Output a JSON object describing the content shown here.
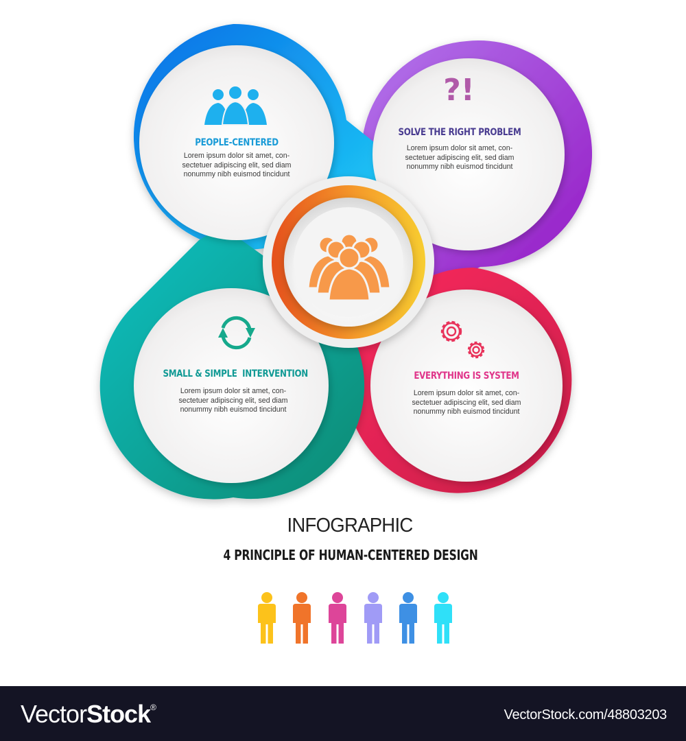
{
  "infographic": {
    "heading": "INFOGRAPHIC",
    "subheading": "4 PRINCIPLE OF HUMAN-CENTERED DESIGN",
    "center_icon": "group-people-icon",
    "center_colors": {
      "ring_start": "#e8541e",
      "ring_end": "#f6c52f",
      "icon": "#f7994a"
    },
    "principles": [
      {
        "id": "people-centered",
        "title": "PEOPLE-CENTERED",
        "icon": "three-people-icon",
        "color": "#1a9bd7",
        "icon_color": "#1eb0ee",
        "gradient": [
          "#0a78e8",
          "#1ac8f5"
        ],
        "body": [
          "Lorem ipsum dolor sit amet, con-",
          "sectetuer adipiscing elit, sed diam",
          "nonummy nibh euismod tincidunt"
        ]
      },
      {
        "id": "solve-the-right-problem",
        "title": "SOLVE THE RIGHT PROBLEM",
        "icon": "question-exclamation-icon",
        "icon_text": "?!",
        "color": "#4a3d91",
        "icon_color": "#b05aa8",
        "gradient": [
          "#a866e8",
          "#9a1ec8"
        ],
        "body": [
          "Lorem ipsum dolor sit amet, con-",
          "sectetuer adipiscing elit, sed diam",
          "nonummy nibh euismod tincidunt"
        ]
      },
      {
        "id": "small-simple-intervention",
        "title": "SMALL & SIMPLE  INTERVENTION",
        "icon": "refresh-cycle-icon",
        "color": "#119a95",
        "icon_color": "#16a98c",
        "gradient": [
          "#11b8bd",
          "#0a8c78"
        ],
        "body": [
          "Lorem ipsum dolor sit amet, con-",
          "sectetuer adipiscing elit, sed diam",
          "nonummy nibh euismod tincidunt"
        ]
      },
      {
        "id": "everything-is-system",
        "title": "EVERYTHING IS SYSTEM",
        "icon": "gears-icon",
        "color": "#e0358a",
        "icon_color": "#e8325a",
        "gradient": [
          "#ff2a5c",
          "#c81e4a"
        ],
        "body": [
          "Lorem ipsum dolor sit amet, con-",
          "sectetuer adipiscing elit, sed diam",
          "nonummy nibh euismod tincidunt"
        ]
      }
    ],
    "people_row": {
      "icon": "person-icon",
      "colors": [
        "#fcc21b",
        "#f0742a",
        "#dd4599",
        "#a09bf6",
        "#3e90e4",
        "#2fe0f8"
      ]
    }
  },
  "footer": {
    "logo_thin": "Vector",
    "logo_bold": "Stock",
    "logo_mark": "®",
    "url": "VectorStock.com/48803203"
  }
}
